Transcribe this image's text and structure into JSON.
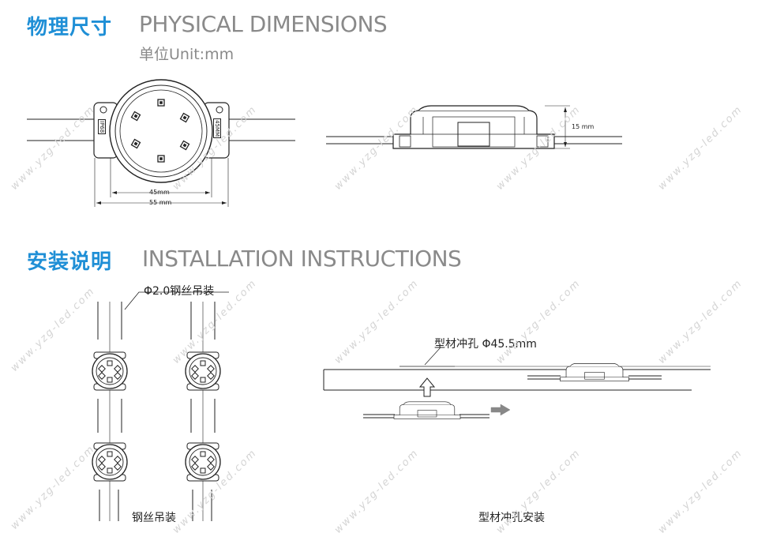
{
  "physical": {
    "title_cn": "物理尺寸",
    "title_en": "PHYSICAL DIMENSIONS",
    "unit": "单位Unit:mm",
    "dim_45": "45mm",
    "dim_55": "55 mm",
    "dim_15": "15 mm",
    "tag_ip": "IP68",
    "tag_model": "45MM"
  },
  "install": {
    "title_cn": "安装说明",
    "title_en": "INSTALLATION INSTRUCTIONS",
    "wire_label": "Φ2.0钢丝吊装",
    "wire_caption": "钢丝吊装",
    "hole_label": "型材冲孔 Φ45.5mm",
    "hole_caption": "型材冲孔安装"
  },
  "watermark": "www.yzg-led.com"
}
